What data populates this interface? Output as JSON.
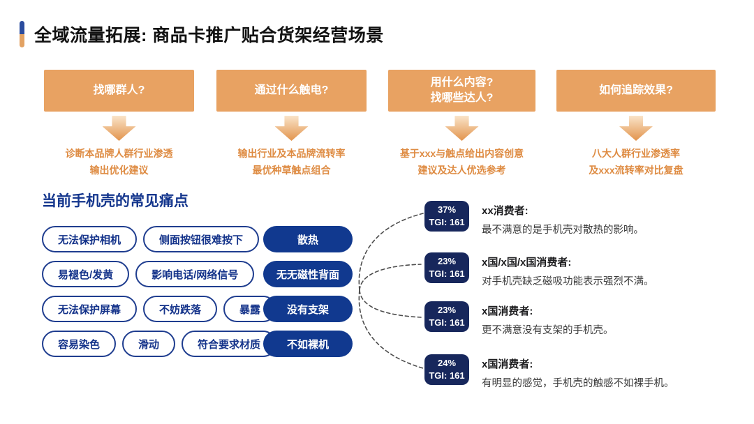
{
  "title": "全域流量拓展: 商品卡推广贴合货架经营场景",
  "steps": [
    {
      "question": [
        "找哪群人?"
      ],
      "detail": [
        "诊断本品牌人群行业渗透",
        "输出优化建议"
      ]
    },
    {
      "question": [
        "通过什么触电?"
      ],
      "detail": [
        "输出行业及本品牌流转率",
        "最优种草触点组合"
      ]
    },
    {
      "question": [
        "用什么内容?",
        "找哪些达人?"
      ],
      "detail": [
        "基于xxx与触点给出内容创意",
        "建议及达人优选参考"
      ]
    },
    {
      "question": [
        "如何追踪效果?"
      ],
      "detail": [
        "八大人群行业渗透率",
        "及xxx流转率对比复盘"
      ]
    }
  ],
  "pain_section": {
    "title": "当前手机壳的常见痛点",
    "rows": [
      [
        "无法保护相机",
        "侧面按钮很难按下"
      ],
      [
        "易褪色/发黄",
        "影响电话/网络信号"
      ],
      [
        "无法保护屏幕",
        "不妨跌落",
        "暴露"
      ],
      [
        "容易染色",
        "滑动",
        "符合要求材质"
      ]
    ],
    "highlights": [
      "散热",
      "无无磁性背面",
      "没有支架",
      "不如裸机"
    ]
  },
  "insights": [
    {
      "percent": "37%",
      "tgi": "TGI: 161",
      "heading": "xx消费者:",
      "body": "最不满意的是手机壳对散热的影响。"
    },
    {
      "percent": "23%",
      "tgi": "TGI: 161",
      "heading": "x国/x国/x国消费者:",
      "body": "对手机壳缺乏磁吸功能表示强烈不满。"
    },
    {
      "percent": "23%",
      "tgi": "TGI: 161",
      "heading": "x国消费者:",
      "body": "更不满意没有支架的手机壳。"
    },
    {
      "percent": "24%",
      "tgi": "TGI: 161",
      "heading": "x国消费者:",
      "body": "有明显的感觉，手机壳的触感不如裸手机。"
    }
  ],
  "colors": {
    "accent_orange": "#E8A262",
    "orange_text": "#DE8B42",
    "primary_blue": "#11398F",
    "navy": "#17275C",
    "section_title_blue": "#14368D"
  }
}
